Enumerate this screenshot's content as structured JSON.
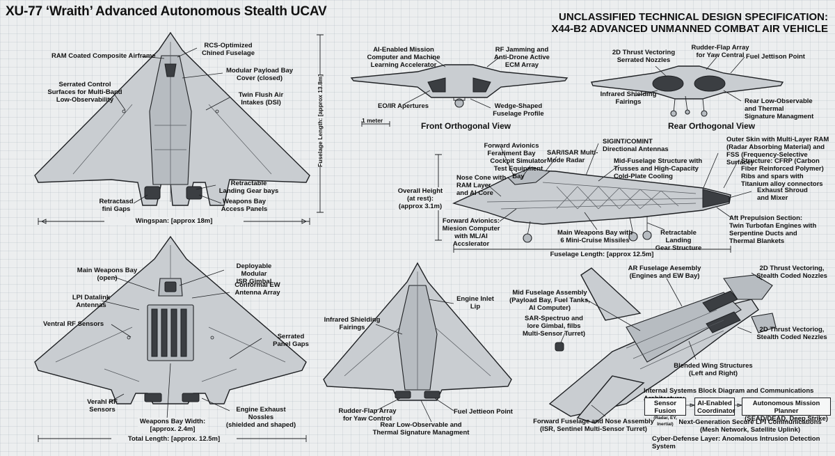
{
  "title": "XU-77 ‘Wraith’ Advanced Autonomous Stealth UCAV",
  "spec_title": {
    "line1": "UNCLASSIFIED TECHNICAL DESIGN SPECIFICATION:",
    "line2": "X44-B2 ADVANCED UNMANNED COMBAT AIR VEHICLE"
  },
  "top_view": {
    "ram_airframe": "RAM Coated Composite Airframe",
    "rcs_fuselage": "RCS-Optimized\nChined Fuselage",
    "control_surfaces": "Serrated Control\nSurfaces for Multi-Band\nLow-Observability",
    "payload_bay": "Modular Payload Bay\nCover (closed)",
    "air_intakes": "Twin Flush Air\nIntakes (DSI)",
    "landing_gear": "Retractable\nLanding Gear bays",
    "weapons_panels": "Weapons Bay\nAccess Panels",
    "gaps": "Retractasd\nfini Gaps",
    "wingspan": "Wingspan: [approx 18m]",
    "fuselage_length": "Fuselage Length: [approx 13.8m]"
  },
  "front_view": {
    "ai_computer": "AI-Enabled Mission\nComputer and Machine\nLearning Accelerator",
    "rf_jamming": "RF Jamming and\nAnti-Drone Active\nECM Array",
    "eo_ir": "EO/IR Apertures",
    "wedge": "Wedge-Shaped\nFuselage Profile",
    "scale": "1 meter",
    "caption": "Front Orthogonal View"
  },
  "rear_view": {
    "thrust_vectoring": "2D Thrust Vectoring\nSerrated Nozzles",
    "rudder_flap": "Rudder-Flap Array\nfor Yaw Central",
    "fuel_jettison": "Fuel Jettison Point",
    "ir_fairings": "Infrared Shielding\nFairings",
    "rear_lo": "Rear Low-Observable\nand Thermal\nSignature Managment",
    "caption": "Rear Orthogonal View"
  },
  "side_view": {
    "fwd_avionics_bay": "Forward Avionics\nFerariment Bay",
    "sar_radar": "SAR/ISAR Multi-\nMode Radar",
    "sigint": "SIGINT/COMINT\nDirectional Antennas",
    "outer_skin": "Outer Skin with Multi-Layer RAM\n(Radar Absorbing Material) and\nFSS (Frequency-Selective Surface)",
    "cockpit_sim": "Cockpit Simulator\nTest Equipment Bay",
    "mid_fuselage": "Mid-Fuselage Structure with\nTrusses and High-Capacity\nCold-Plate Cooling",
    "structure": "Structure: CFRP (Carbon\nFiber Reinforced Polymer)\nRibs and spars with\nTitanium alloy connectors",
    "nose_cone": "Nose Cone with\nRAM Layer\nand AI Core",
    "overall_height": "Overall Height\n(at rest):\n(approx 3.1m)",
    "exhaust": "Exhaust Shroud\nand Mixer",
    "fwd_avionics_comp": "Forward Avionics:\nMiesion Computer\nwith ML/AI Accslerator",
    "main_bay": "Main Weapons Bay with\n6 Mini-Cruise Missiles",
    "landing_gear": "Retractable Landing\nGear Structure",
    "aft_propulsion": "Aft Prepulsion Section:\nTwin Turbofan Engines with\nSerpentine Ducts and\nThermal Blankets",
    "fuselage_length": "Fuselage Length: [approx 12.5m]"
  },
  "bottom_view": {
    "main_bay": "Main Weapons Bay\n(open)",
    "isr_gimbal": "Deployable Modular\nISR Gimbal",
    "ew_array": "Conformal EW\nAntenna Array",
    "lpi_datalink": "LPI Datalink\nAntennas",
    "ventral_rf": "Ventral RF Sensors",
    "serrated_gaps": "Serrated\nPanel Gaps",
    "verahl_rf": "Verahl RF\nSensors",
    "bay_width": "Weapons Bay Width:\n[approx. 2.4m]",
    "engine_exhaust": "Engine Exhaust\nNossles\n(shielded and shaped)",
    "total_length": "Total Length: [approx. 12.5m]"
  },
  "dorsal_view": {
    "ir_fairings": "Infrared Shielding\nFairings",
    "engine_inlet": "Engine Inlet\nLip",
    "rudder_flap": "Rudder-Flap Array\nfor Yaw Control",
    "fuel_jettison": "Fuel Jettieon Point",
    "rear_lo": "Rear Low-Observable and\nThermal Signature Managment"
  },
  "exploded_view": {
    "ar_fuselage": "AR Fuselage Aesembly\n(Engines and EW Bay)",
    "thrust_vec_1": "2D Thrust Vectoring,\nStealth Coded Nozzles",
    "mid_fuselage": "Mid Fuselage Assembly\n(Payload Bay, Fuel Tanks,\nAI Computer)",
    "sar_spectrum": "SAR-Spectruo and\nlore Gimbal, filbs\nMulti-Sensor Turret)",
    "thrust_vec_2": "2D Thrust Vectoriog,\nStealth Coded Nezzles",
    "blended_wing": "Blended Wing Structures\n(Left and Right)",
    "internal_systems": "Internal Systems Block Diagram and Communications Architecture:",
    "block_sensor": {
      "title": "Sensor Fusion",
      "sub": "(Radar, EY, Inertial)"
    },
    "block_ai": {
      "title": "AI-Enabled",
      "sub": "Coordinator"
    },
    "block_autonomous": {
      "title": "Autonomous Mission Planner",
      "sub": "(SEAD/DEAD, Deep Strike)"
    },
    "fwd_fuselage": "Forward Fuselage and Nose Assembly\n(ISR, Sentinel Multi-Sensor Turret)",
    "secure_comms": "Next-Generation Secure LPI Communications\n(Mesh Network, Satellite Uplink)",
    "cyber_defense": "Cyber-Defense Layer: Anomalous Intrusion Detection System"
  }
}
